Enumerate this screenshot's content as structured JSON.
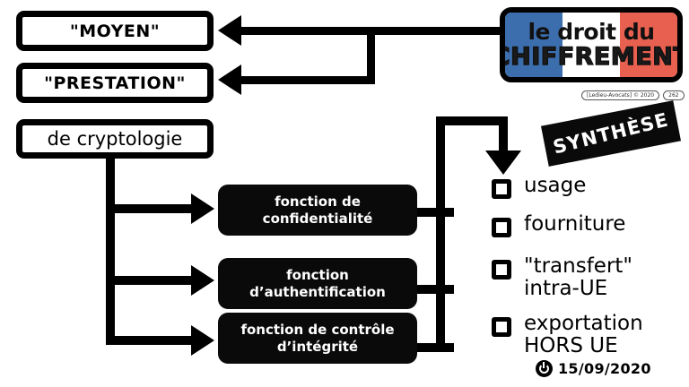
{
  "slide": {
    "title": "le droit du CHIFFREMENT",
    "logo": {
      "line1": "le droit du",
      "line2": "CHIFFREMENT",
      "flag_blue": "#3c6eae",
      "flag_white": "#ffffff",
      "flag_red": "#e8604f"
    },
    "credits": {
      "author": "[Ledieu-Avocats] © 2020",
      "page_number": "262"
    },
    "banner": {
      "label": "SYNTHÈSE"
    },
    "date_stamp": {
      "icon": "clock-icon",
      "value": "15/09/2020"
    }
  },
  "left_boxes": [
    {
      "label": "\"MOYEN\"",
      "style": "bold"
    },
    {
      "label": "\"PRESTATION\"",
      "style": "bold"
    },
    {
      "label": "de cryptologie",
      "style": "regular"
    }
  ],
  "function_boxes": [
    {
      "label": "fonction de confidentialité"
    },
    {
      "label": "fonction\nd’authentification"
    },
    {
      "label": "fonction de contrôle\nd’intégrité"
    }
  ],
  "checklist": [
    {
      "label": "usage",
      "checked": false
    },
    {
      "label": "fourniture",
      "checked": false
    },
    {
      "label": "\"transfert\"\nintra-UE",
      "checked": false
    },
    {
      "label": "exportation\nHORS UE",
      "checked": false
    }
  ],
  "colors": {
    "ink": "#000000",
    "box_fill": "#0a0a0a",
    "background": "#ffffff"
  }
}
